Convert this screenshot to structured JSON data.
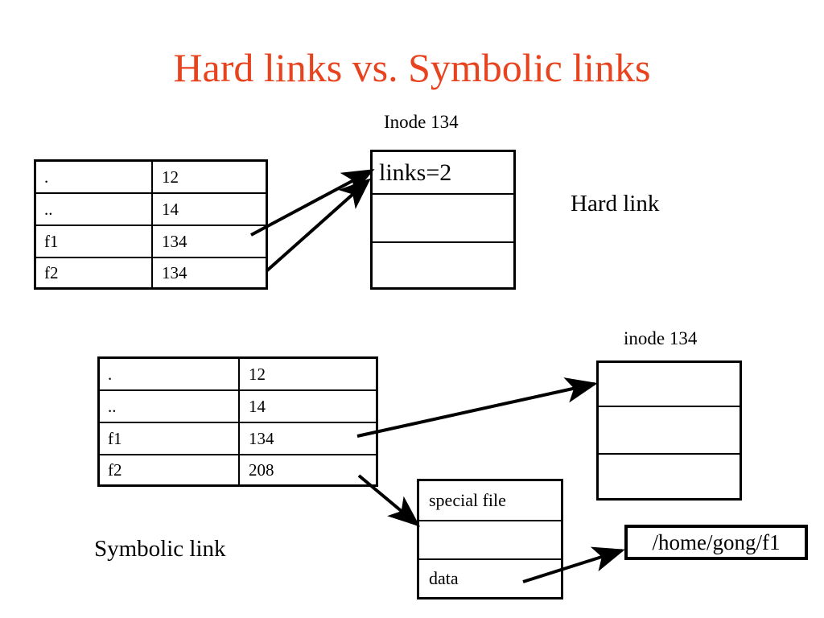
{
  "slide": {
    "title": "Hard links vs. Symbolic links",
    "title_color": "#E8431F",
    "background": "#ffffff",
    "line_color": "#000000"
  },
  "hard_link_section": {
    "label": "Hard link",
    "inode_caption": "Inode 134",
    "directory_table": {
      "rows": [
        {
          "name": ".",
          "inode": "12"
        },
        {
          "name": "..",
          "inode": "14"
        },
        {
          "name": "f1",
          "inode": "134"
        },
        {
          "name": "f2",
          "inode": "134"
        }
      ]
    },
    "inode_box": {
      "rows": [
        "links=2",
        "",
        ""
      ]
    },
    "arrows": [
      {
        "from": "f1-row",
        "to": "inode-134-box"
      },
      {
        "from": "f2-row",
        "to": "inode-134-box"
      }
    ]
  },
  "symbolic_link_section": {
    "label": "Symbolic link",
    "inode_caption": "inode 134",
    "directory_table": {
      "rows": [
        {
          "name": ".",
          "inode": "12"
        },
        {
          "name": "..",
          "inode": "14"
        },
        {
          "name": "f1",
          "inode": "134"
        },
        {
          "name": "f2",
          "inode": "208"
        }
      ]
    },
    "inode_box": {
      "rows": [
        "",
        "",
        ""
      ]
    },
    "special_file_box": {
      "rows": [
        "special file",
        "",
        "data"
      ]
    },
    "path_box": {
      "path": "/home/gong/f1"
    },
    "arrows": [
      {
        "from": "f1-row",
        "to": "inode-134-box"
      },
      {
        "from": "f2-row",
        "to": "special-file-box"
      },
      {
        "from": "special-file-data-row",
        "to": "path-box"
      }
    ]
  }
}
